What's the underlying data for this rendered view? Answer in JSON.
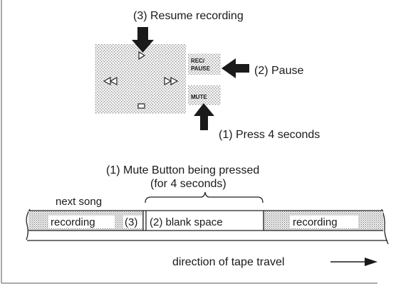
{
  "labels": {
    "resume_recording": "(3) Resume recording",
    "pause": "(2) Pause",
    "press_4_seconds": "(1) Press 4 seconds",
    "mute_pressed_line1": "(1) Mute Button being pressed",
    "mute_pressed_line2": "(for 4 seconds)",
    "next_song": "next song",
    "direction": "direction of tape travel"
  },
  "panel": {
    "rec_label": "REC/",
    "pause_label": "PAUSE",
    "mute_label": "MUTE"
  },
  "tape": {
    "seg_recording_left": "recording",
    "seg_resume": "(3)",
    "seg_blank": "(2) blank space",
    "seg_recording_right": "recording"
  }
}
